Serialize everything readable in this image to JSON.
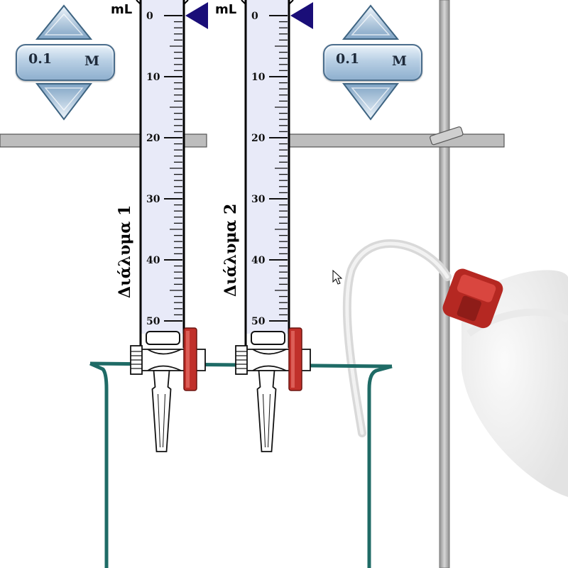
{
  "burette_unit": "mL",
  "scale_labels": [
    "0",
    "10",
    "20",
    "30",
    "40",
    "50"
  ],
  "burette_1": {
    "label": "Διάλυμα 1",
    "concentration": "0.1",
    "unit": "M",
    "fill_level": 0
  },
  "burette_2": {
    "label": "Διάλυμα 2",
    "concentration": "0.1",
    "unit": "M",
    "fill_level": 0
  },
  "colors": {
    "liquid": "#e8eaf8",
    "pointer": "#1a0e78",
    "stopcock": "#c0302a",
    "beaker": "#1f6b66",
    "stand": "#b9b9b9",
    "button": "#9fbcd6"
  },
  "icons": [
    "arrow-up-icon",
    "arrow-down-icon",
    "pointer-cursor-icon",
    "wash-bottle-icon"
  ]
}
